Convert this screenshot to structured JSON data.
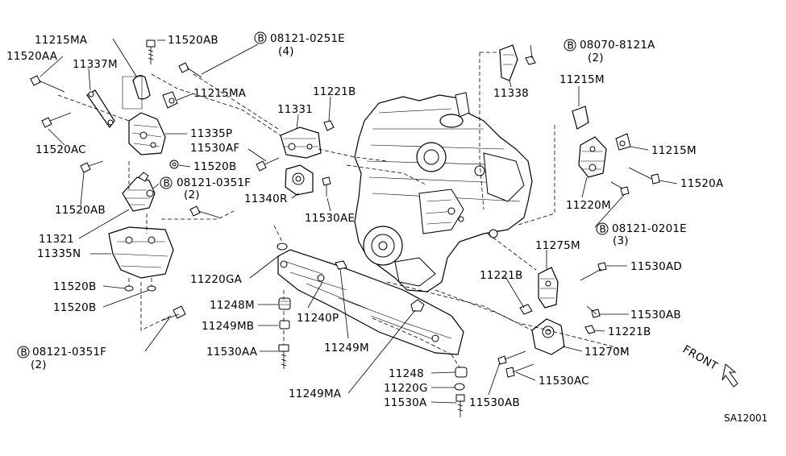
{
  "labels": {
    "l11215MA_top": "11215MA",
    "l11520AB_top": "11520AB",
    "l08121_0251E": "08121-0251E",
    "l08121_0251E_qty": "(4)",
    "l11520AA": "11520AA",
    "l11337M": "11337M",
    "l11215MA_mid": "11215MA",
    "l11331": "11331",
    "l11221B_top": "11221B",
    "l11335P": "11335P",
    "l11530AF": "11530AF",
    "l11520AC": "11520AC",
    "l11520B_top": "11520B",
    "l08121_0351F_top": "08121-0351F",
    "l08121_0351F_top_qty": "(2)",
    "l11340R": "11340R",
    "l11530AE": "11530AE",
    "l11520AB_left": "11520AB",
    "l11321": "11321",
    "l11335N": "11335N",
    "l11220GA": "11220GA",
    "l11520B_a": "11520B",
    "l11520B_b": "11520B",
    "l11248M": "11248M",
    "l11240P": "11240P",
    "l11249MB": "11249MB",
    "l08121_0351F_bot": "08121-0351F",
    "l08121_0351F_bot_qty": "(2)",
    "l11530AA": "11530AA",
    "l11249M": "11249M",
    "l11249MA": "11249MA",
    "l11248": "11248",
    "l11220G": "11220G",
    "l11530A": "11530A",
    "l11530AB_bot": "11530AB",
    "l08070_8121A": "08070-8121A",
    "l08070_8121A_qty": "(2)",
    "l11338": "11338",
    "l11215M_top": "11215M",
    "l11215M_right": "11215M",
    "l11520A": "11520A",
    "l11220M": "11220M",
    "l08121_0201E": "08121-0201E",
    "l08121_0201E_qty": "(3)",
    "l11275M": "11275M",
    "l11530AD": "11530AD",
    "l11221B_right": "11221B",
    "l11530AB_right": "11530AB",
    "l11221B_low": "11221B",
    "l11270M": "11270M",
    "l11530AC": "11530AC",
    "front": "FRONT",
    "diagram_code": "SA12001"
  },
  "bolt_marker": "B",
  "colors": {
    "line": "#000000",
    "background": "#ffffff"
  }
}
